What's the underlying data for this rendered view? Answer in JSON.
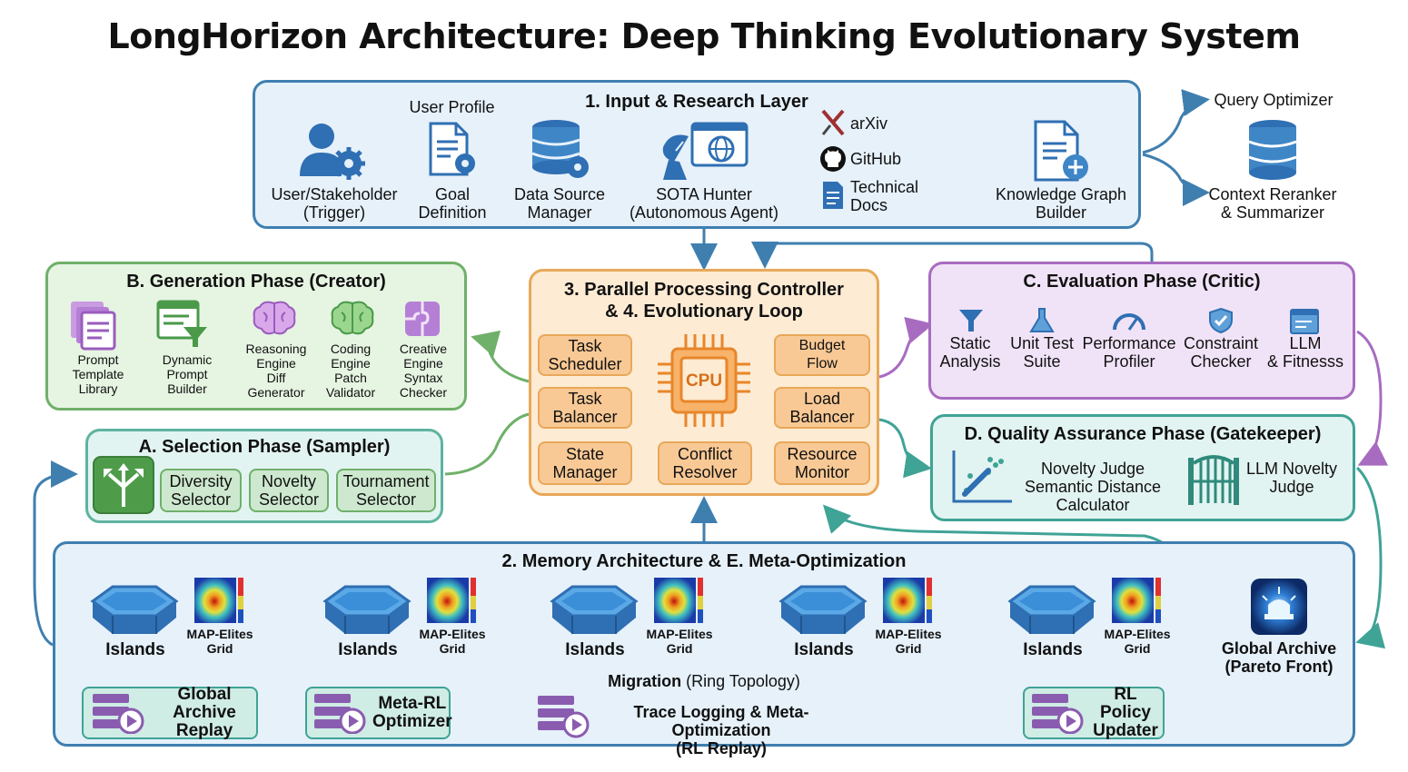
{
  "title": "LongHorizon Architecture: Deep Thinking Evolutionary System",
  "input_layer": {
    "title": "1. Input & Research Layer",
    "user_profile": "User Profile",
    "user": "User/Stakeholder\n(Trigger)",
    "goal": "Goal\nDefinition",
    "data_source": "Data Source\nManager",
    "sota": "SOTA Hunter\n(Autonomous Agent)",
    "arxiv": "arXiv",
    "github": "GitHub",
    "docs": "Technical\nDocs",
    "kg": "Knowledge Graph\nBuilder",
    "query_optimizer": "Query Optimizer",
    "reranker": "Context Reranker\n& Summarizer"
  },
  "generation": {
    "title": "B. Generation Phase (Creator)",
    "items": [
      "Prompt\nTemplate\nLibrary",
      "Dynamic\nPrompt\nBuilder",
      "Reasoning\nEngine\nDiff\nGenerator",
      "Coding\nEngine\nPatch\nValidator",
      "Creative\nEngine\nSyntax\nChecker"
    ]
  },
  "selection": {
    "title": "A. Selection Phase (Sampler)",
    "items": [
      "Diversity\nSelector",
      "Novelty\nSelector",
      "Tournament\nSelector"
    ]
  },
  "controller": {
    "title": "3. Parallel Processing Controller\n& 4. Evolutionary Loop",
    "task_scheduler": "Task\nScheduler",
    "task_balancer": "Task\nBalancer",
    "state_manager": "State\nManager",
    "budget_flow": "Budget\nFlow",
    "load_balancer": "Load\nBalancer",
    "resource_monitor": "Resource\nMonitor",
    "conflict_resolver": "Conflict\nResolver",
    "cpu": "CPU"
  },
  "evaluation": {
    "title": "C. Evaluation Phase (Critic)",
    "items": [
      "Static\nAnalysis",
      "Unit Test\nSuite",
      "Performance\nProfiler",
      "Constraint\nChecker",
      "LLM\n& Fitnesss"
    ]
  },
  "qa": {
    "title": "D. Quality Assurance Phase (Gatekeeper)",
    "novelty_judge": "Novelty Judge\nSemantic Distance\nCalculator",
    "llm_judge": "LLM Novelty\nJudge"
  },
  "memory": {
    "title": "2. Memory Architecture & E. Meta-Optimization",
    "island_label": "Islands",
    "grid_label": "MAP-Elites\nGrid",
    "migration_bold": "Migration",
    "migration_rest": " (Ring Topology)",
    "global_replay": "Global Archive\nReplay",
    "meta_rl": "Meta-RL\nOptimizer",
    "trace": "Trace Logging & Meta-Optimization\n(RL Replay)",
    "rl_policy": "RL Policy\nUpdater",
    "global_archive": "Global Archive\n(Pareto Front)"
  },
  "colors": {
    "blue_border": "#3f7fb0",
    "blue_fill": "#e6f1fa",
    "green_border": "#6fb06a",
    "green_fill": "#e6f4e2",
    "orange_border": "#e8a85a",
    "orange_fill": "#fdebd3",
    "purple_border": "#a76cc0",
    "purple_fill": "#f1e3f7",
    "teal_border": "#3fa396",
    "teal_fill": "#e2f4f1"
  }
}
